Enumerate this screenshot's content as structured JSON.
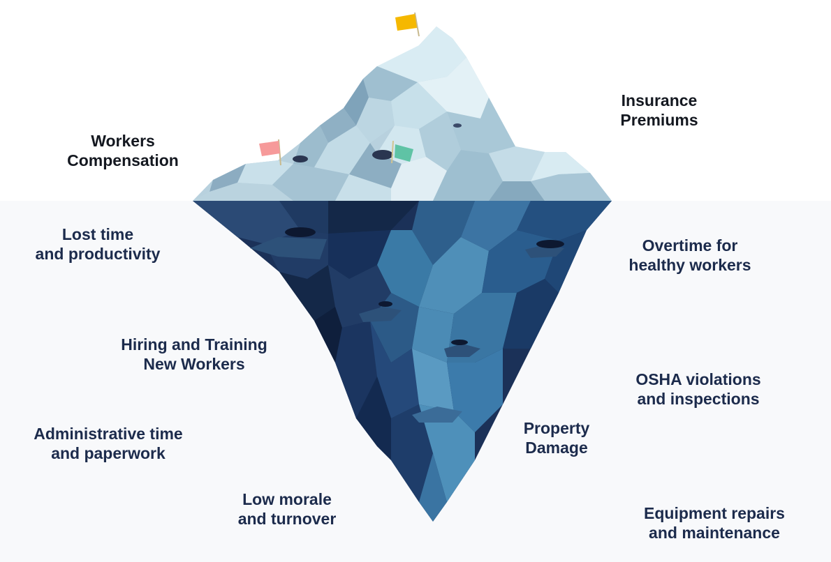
{
  "above_water": {
    "left_label": "Workers\nCompensation",
    "right_label": "Insurance\nPremiums"
  },
  "below_water": {
    "lost_time": "Lost time\nand productivity",
    "overtime": "Overtime for\nhealthy workers",
    "hiring": "Hiring and Training\nNew Workers",
    "osha": "OSHA violations\nand inspections",
    "admin": "Administrative time\nand paperwork",
    "property": "Property\nDamage",
    "morale": "Low morale\nand turnover",
    "equipment": "Equipment repairs\nand maintenance"
  },
  "colors": {
    "flag_yellow": "#f5b800",
    "flag_pink": "#f69a9a",
    "flag_green": "#5fc3a5",
    "ice_light": "#cfe6ef",
    "ice_dark": "#1b3158"
  }
}
